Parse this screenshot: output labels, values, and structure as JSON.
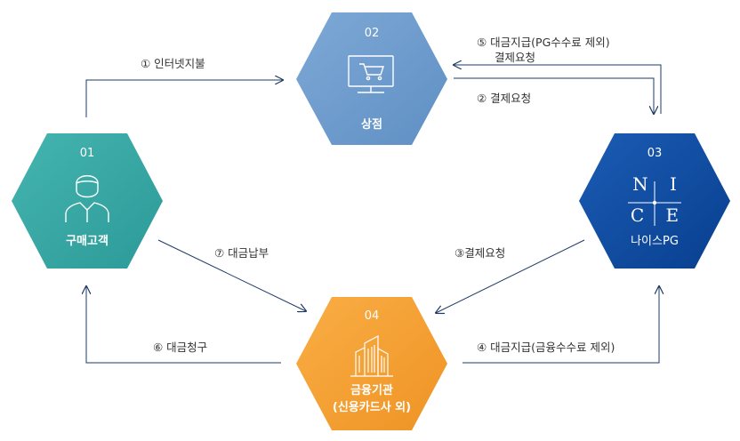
{
  "nodes": {
    "store": {
      "num": "02",
      "label": "상점",
      "color": "#6e9ccd"
    },
    "customer": {
      "num": "01",
      "label": "구매고객",
      "color": "#3aa9a6"
    },
    "pg": {
      "num": "03",
      "label": "나이스PG",
      "logo_top": "N I",
      "logo_bottom": "C E",
      "color": "#0d4ea4"
    },
    "bank": {
      "num": "04",
      "label_line1": "금융기관",
      "label_line2": "(신용카드사 외)",
      "color": "#f4a135"
    }
  },
  "edges": {
    "e1": "① 인터넷지불",
    "e5_line1": "⑤ 대금지급(PG수수료 제외)",
    "e5_line2": "결제요청",
    "e2": "② 결제요청",
    "e7": "⑦ 대금납부",
    "e3": "③결제요청",
    "e6": "⑥ 대금청구",
    "e4": "④ 대금지급(금융수수료 제외)"
  },
  "colors": {
    "line": "#1f3b67"
  }
}
